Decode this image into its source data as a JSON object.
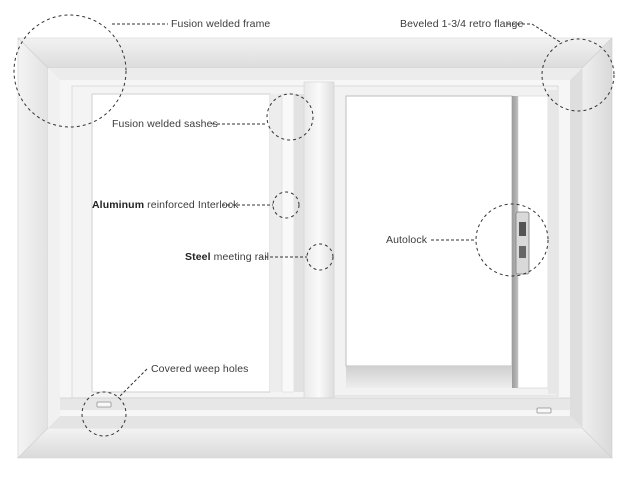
{
  "diagram": {
    "labels": {
      "fusion_frame": "Fusion welded frame",
      "retro_flange": "Beveled 1-3/4 retro flange",
      "fusion_sashes": "Fusion welded sashes",
      "interlock_bold": "Aluminum",
      "interlock_rest": " reinforced Interlock",
      "meeting_bold": "Steel",
      "meeting_rest": " meeting rail",
      "autolock": "Autolock",
      "weep_holes": "Covered weep holes"
    },
    "colors": {
      "frame_light": "#f7f7f7",
      "frame_mid": "#e6e6e6",
      "frame_shadow": "#c9c9c9",
      "glass": "#ffffff",
      "interior_grey": "#a9a9a9",
      "callout": "#333333"
    }
  }
}
